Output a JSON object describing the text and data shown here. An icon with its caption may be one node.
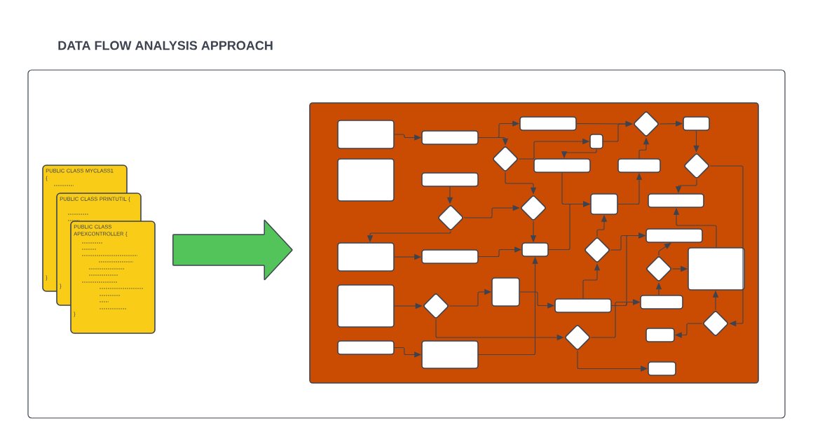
{
  "diagram": {
    "title": "DATA FLOW ANALYSIS APPROACH",
    "nodes": [
      {
        "text": [
          "PUBLIC CLASS MYCLASS1",
          "{",
          "}"
        ]
      },
      {
        "text": [
          "PUBLIC CLASS PRINTUTIL {",
          "}"
        ]
      },
      {
        "text": [
          "PUBLIC CLASS APEXCONTROLLER {",
          "}"
        ]
      },
      {
        "text": [],
        "shape": "box"
      },
      {
        "text": [],
        "shape": "box",
        "in": 3
      },
      {
        "text": [],
        "shape": "box",
        "in": 3
      },
      {
        "text": [],
        "shape": "box",
        "in": 3
      },
      {
        "text": [],
        "shape": "diamond",
        "in": 3
      },
      {
        "text": [],
        "shape": "box",
        "in": 3
      },
      {
        "text": [],
        "shape": "box",
        "in": 3
      },
      {
        "text": [],
        "shape": "diamond",
        "in": 3
      },
      {
        "text": [],
        "shape": "box",
        "in": 3
      },
      {
        "text": [],
        "shape": "box",
        "in": 3
      },
      {
        "text": [],
        "shape": "diamond",
        "in": 3
      },
      {
        "text": [],
        "shape": "box",
        "in": 3
      },
      {
        "text": [],
        "shape": "box",
        "in": 3
      },
      {
        "text": [],
        "shape": "box",
        "in": 3
      },
      {
        "text": [],
        "shape": "box",
        "in": 3
      },
      {
        "text": [],
        "shape": "diamond",
        "in": 3
      },
      {
        "text": [],
        "shape": "diamond",
        "in": 3
      },
      {
        "text": [],
        "shape": "box",
        "in": 3
      },
      {
        "text": [],
        "shape": "box",
        "in": 3
      },
      {
        "text": [],
        "shape": "box",
        "in": 3
      },
      {
        "text": [],
        "shape": "box",
        "in": 3
      },
      {
        "text": [],
        "shape": "diamond",
        "in": 3
      },
      {
        "text": [],
        "shape": "diamond",
        "in": 3
      },
      {
        "text": [],
        "shape": "box",
        "in": 3
      },
      {
        "text": [],
        "shape": "box",
        "in": 3
      },
      {
        "text": [],
        "shape": "diamond",
        "in": 3
      },
      {
        "text": [],
        "shape": "box",
        "in": 3
      },
      {
        "text": [],
        "shape": "box",
        "in": 3
      },
      {
        "text": [],
        "shape": "box",
        "in": 3
      },
      {
        "text": [],
        "shape": "diamond",
        "in": 3
      },
      {
        "text": [],
        "shape": "box",
        "in": 3
      },
      {
        "text": [],
        "shape": "diamond",
        "in": 3
      },
      {
        "text": [],
        "shape": "box",
        "in": 3
      },
      {
        "text": [],
        "shape": "box",
        "in": 3
      },
      {
        "text": [],
        "shape": "box",
        "in": 3
      }
    ],
    "edges": [
      {
        "from": 2,
        "to": 3,
        "arrow": "to",
        "style": "thick",
        "color": "#52c45a"
      },
      {
        "from": 4,
        "to": 5,
        "arrow": "to"
      },
      {
        "from": 5,
        "to": 6,
        "arrow": "to"
      },
      {
        "from": 5,
        "to": 7,
        "arrow": "to"
      },
      {
        "from": 7,
        "to": 8,
        "arrow": "to"
      },
      {
        "from": 8,
        "to": 9,
        "arrow": "to"
      },
      {
        "from": 8,
        "to": 10,
        "arrow": "to"
      },
      {
        "from": 6,
        "to": 10,
        "arrow": "to"
      },
      {
        "from": 10,
        "to": 11,
        "arrow": "to"
      },
      {
        "from": 11,
        "to": 13,
        "arrow": "to"
      },
      {
        "from": 13,
        "to": 17,
        "arrow": "to"
      },
      {
        "from": 13,
        "to": 32,
        "arrow": "to"
      },
      {
        "from": 12,
        "to": 10,
        "arrow": "to"
      },
      {
        "from": 16,
        "to": 12,
        "arrow": "to"
      },
      {
        "from": 9,
        "to": 16,
        "arrow": "to"
      },
      {
        "from": 23,
        "to": 16,
        "arrow": "to"
      },
      {
        "from": 15,
        "to": 18,
        "arrow": "to"
      },
      {
        "from": 18,
        "to": 19,
        "arrow": "to"
      },
      {
        "from": 18,
        "to": 21,
        "arrow": "to"
      },
      {
        "from": 7,
        "to": 19,
        "arrow": "to"
      },
      {
        "from": 19,
        "to": 23,
        "arrow": "to"
      },
      {
        "from": 21,
        "to": 22,
        "arrow": "to"
      },
      {
        "from": 22,
        "to": 23,
        "arrow": "to"
      },
      {
        "from": 36,
        "to": 23,
        "arrow": "to"
      },
      {
        "from": 35,
        "to": 36,
        "arrow": "to"
      },
      {
        "from": 27,
        "to": 28,
        "arrow": "to"
      },
      {
        "from": 28,
        "to": 29,
        "arrow": "to"
      },
      {
        "from": 28,
        "to": 34,
        "arrow": "to"
      },
      {
        "from": 29,
        "to": 30,
        "arrow": "to"
      },
      {
        "from": 30,
        "to": 24,
        "arrow": "to"
      },
      {
        "from": 24,
        "to": 16,
        "arrow": "to"
      },
      {
        "from": 24,
        "to": 20,
        "arrow": "to"
      },
      {
        "from": 30,
        "to": 20,
        "arrow": "to"
      },
      {
        "from": 30,
        "to": 31,
        "arrow": "to"
      },
      {
        "from": 34,
        "to": 31,
        "arrow": "to"
      },
      {
        "from": 34,
        "to": 37,
        "arrow": "to"
      },
      {
        "from": 31,
        "to": 25,
        "arrow": "to"
      },
      {
        "from": 25,
        "to": 26,
        "arrow": "to"
      },
      {
        "from": 25,
        "to": 20,
        "arrow": "to"
      },
      {
        "from": 26,
        "to": 17,
        "arrow": "to"
      },
      {
        "from": 32,
        "to": 26,
        "arrow": "to"
      },
      {
        "from": 32,
        "to": 33,
        "arrow": "to"
      }
    ]
  }
}
